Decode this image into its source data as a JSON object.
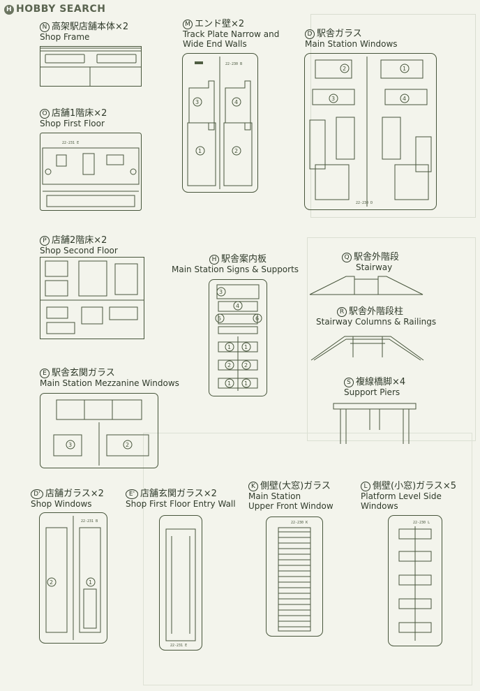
{
  "watermark": {
    "logo_text": "HOBBY SEARCH"
  },
  "parts": [
    {
      "id": "N",
      "jp": "高架駅店舗本体×2",
      "en": [
        "Shop Frame"
      ]
    },
    {
      "id": "M",
      "jp": "エンド壁×2",
      "en": [
        "Track Plate Narrow and",
        "Wide End Walls"
      ]
    },
    {
      "id": "D",
      "jp": "駅舎ガラス",
      "en": [
        "Main Station Windows"
      ]
    },
    {
      "id": "O",
      "jp": "店舗1階床×2",
      "en": [
        "Shop First Floor"
      ]
    },
    {
      "id": "P",
      "jp": "店舗2階床×2",
      "en": [
        "Shop Second Floor"
      ]
    },
    {
      "id": "H",
      "jp": "駅舎案内板",
      "en": [
        "Main Station Signs & Supports"
      ]
    },
    {
      "id": "Q",
      "jp": "駅舎外階段",
      "en": [
        "Stairway"
      ]
    },
    {
      "id": "R",
      "jp": "駅舎外階段柱",
      "en": [
        "Stairway Columns & Railings"
      ]
    },
    {
      "id": "E",
      "jp": "駅舎玄関ガラス",
      "en": [
        "Main Station Mezzanine Windows"
      ]
    },
    {
      "id": "S",
      "jp": "複線橋脚×4",
      "en": [
        "Support Piers"
      ]
    },
    {
      "id": "D'",
      "jp": "店舗ガラス×2",
      "en": [
        "Shop Windows"
      ]
    },
    {
      "id": "E'",
      "jp": "店舗玄関ガラス×2",
      "en": [
        "Shop First Floor Entry Wall"
      ]
    },
    {
      "id": "K",
      "jp": "側壁(大窓)ガラス",
      "en": [
        "Main Station",
        "Upper Front Window"
      ]
    },
    {
      "id": "L",
      "jp": "側壁(小窓)ガラス×5",
      "en": [
        "Platform Level Side",
        "Windows"
      ]
    }
  ],
  "sprue_codes": {
    "M": "22-230 B",
    "D": "22-230 D",
    "O": "22-231 E",
    "Dp": "22-231 B",
    "Ep": "22-231 E",
    "K": "22-230 K",
    "L": "22-230 L"
  },
  "colors": {
    "ink": "#2f3a2a",
    "paper": "#f3f4ec",
    "line": "#47553b"
  }
}
